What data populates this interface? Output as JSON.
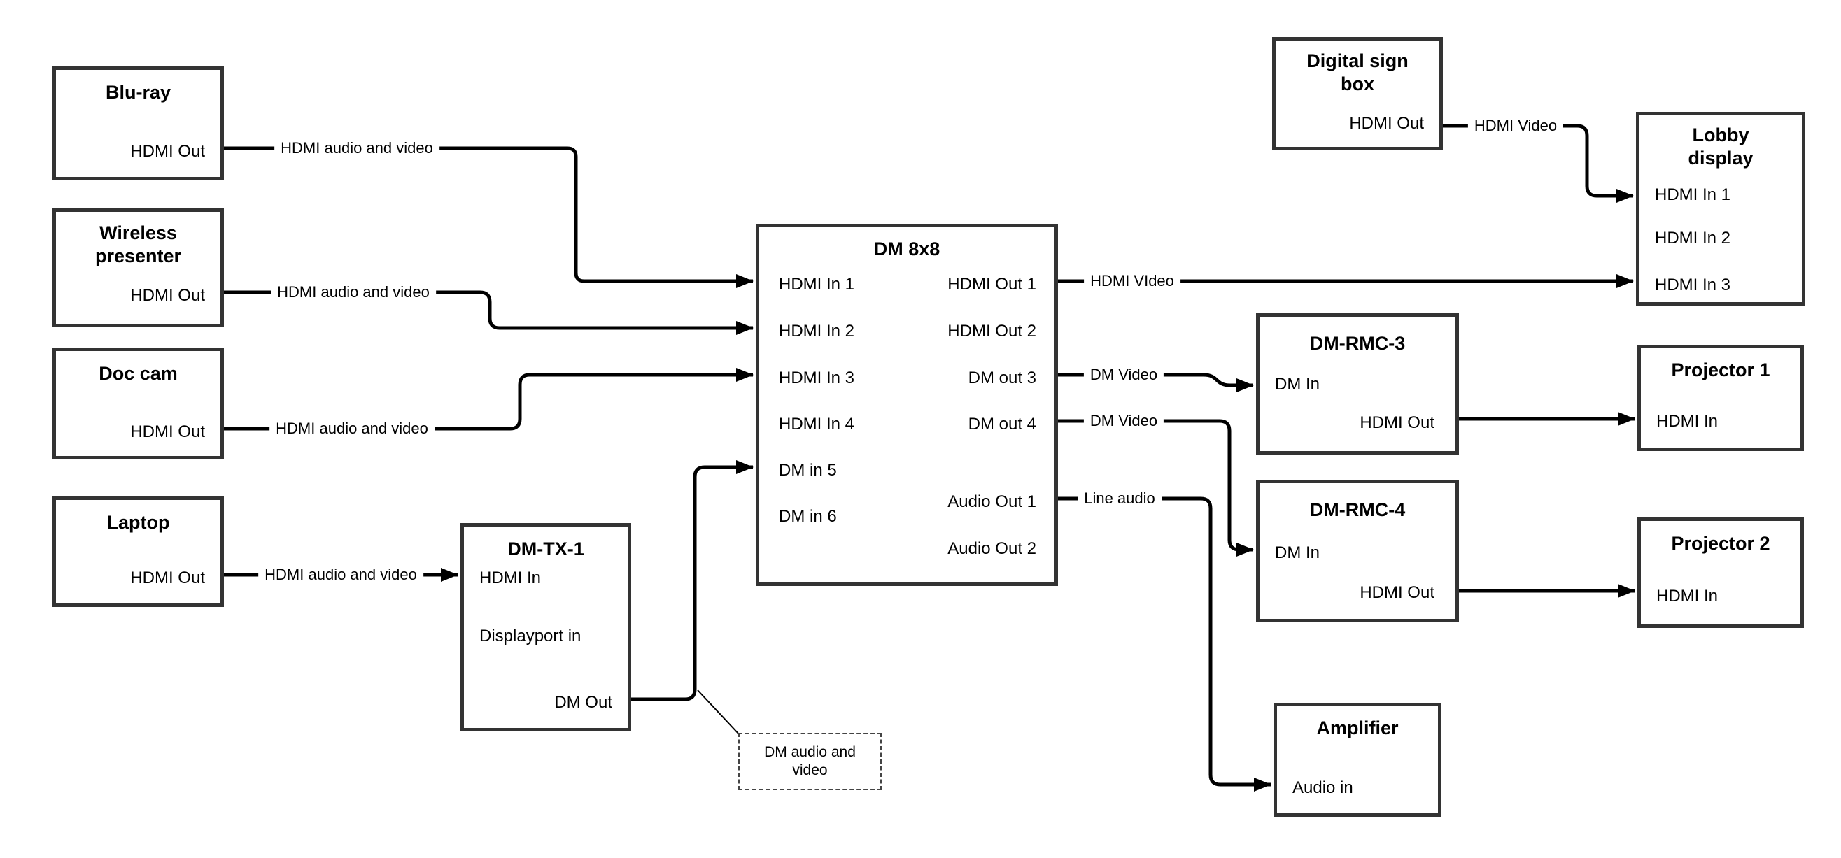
{
  "nodes": {
    "bluray": {
      "title": "Blu-ray",
      "port_hdmi_out": "HDMI Out"
    },
    "wireless": {
      "title": "Wireless\npresenter",
      "port_hdmi_out": "HDMI Out"
    },
    "doccam": {
      "title": "Doc cam",
      "port_hdmi_out": "HDMI Out"
    },
    "laptop": {
      "title": "Laptop",
      "port_hdmi_out": "HDMI Out"
    },
    "dmtx1": {
      "title": "DM-TX-1",
      "port_hdmi_in": "HDMI In",
      "port_displayport_in": "Displayport in",
      "port_dm_out": "DM Out"
    },
    "dm8x8": {
      "title": "DM 8x8",
      "inputs": [
        "HDMI In 1",
        "HDMI In 2",
        "HDMI In 3",
        "HDMI In 4",
        "DM in 5",
        "DM in 6"
      ],
      "outputs": [
        "HDMI Out 1",
        "HDMI Out 2",
        "DM out 3",
        "DM out 4",
        "Audio Out 1",
        "Audio Out 2"
      ]
    },
    "digitalsign": {
      "title": "Digital sign\nbox",
      "port_hdmi_out": "HDMI Out"
    },
    "lobby": {
      "title": "Lobby\ndisplay",
      "inputs": [
        "HDMI In 1",
        "HDMI In 2",
        "HDMI In 3"
      ]
    },
    "dmrmc3": {
      "title": "DM-RMC-3",
      "port_dm_in": "DM In",
      "port_hdmi_out": "HDMI Out"
    },
    "proj1": {
      "title": "Projector 1",
      "port_hdmi_in": "HDMI In"
    },
    "dmrmc4": {
      "title": "DM-RMC-4",
      "port_dm_in": "DM In",
      "port_hdmi_out": "HDMI Out"
    },
    "proj2": {
      "title": "Projector 2",
      "port_hdmi_in": "HDMI In"
    },
    "amplifier": {
      "title": "Amplifier",
      "port_audio_in": "Audio in"
    }
  },
  "connection_labels": {
    "bluray_to_dm8x8": "HDMI audio and video",
    "wireless_to_dm8x8": "HDMI audio and video",
    "doccam_to_dm8x8": "HDMI audio and video",
    "laptop_to_dmtx1": "HDMI audio and video",
    "hdmi_out1_to_lobby": "HDMI VIdeo",
    "dm_out3_to_dmrmc3": "DM Video",
    "dm_out4_to_dmrmc4": "DM Video",
    "audio_out1_to_amplifier": "Line audio",
    "digitalsign_to_lobby": "HDMI Video"
  },
  "annotation": {
    "text": "DM audio and\nvideo"
  },
  "colors": {
    "background": "#ffffff",
    "line": "#000000",
    "box_border": "#333333",
    "text": "#000000"
  }
}
